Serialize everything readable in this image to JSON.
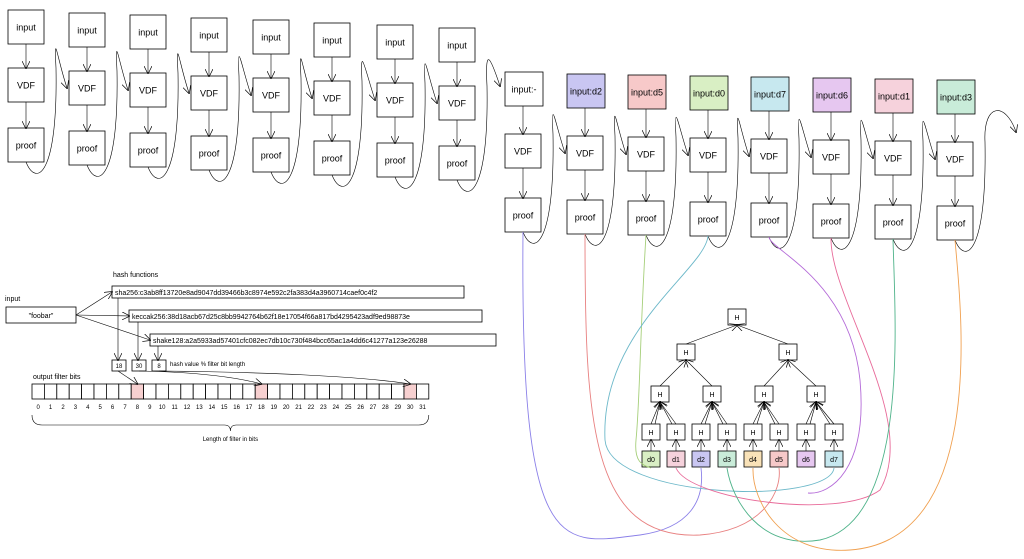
{
  "sequential_columns": [
    {
      "input": "input",
      "vdf": "VDF",
      "proof": "proof"
    },
    {
      "input": "input",
      "vdf": "VDF",
      "proof": "proof"
    },
    {
      "input": "input",
      "vdf": "VDF",
      "proof": "proof"
    },
    {
      "input": "input",
      "vdf": "VDF",
      "proof": "proof"
    },
    {
      "input": "input",
      "vdf": "VDF",
      "proof": "proof"
    },
    {
      "input": "input",
      "vdf": "VDF",
      "proof": "proof"
    },
    {
      "input": "input",
      "vdf": "VDF",
      "proof": "proof"
    },
    {
      "input": "input",
      "vdf": "VDF",
      "proof": "proof"
    }
  ],
  "data_columns": [
    {
      "input": "input:-",
      "vdf": "VDF",
      "proof": "proof",
      "color": "#ffffff"
    },
    {
      "input": "input:d2",
      "vdf": "VDF",
      "proof": "proof",
      "color": "#c9c6f2"
    },
    {
      "input": "input:d5",
      "vdf": "VDF",
      "proof": "proof",
      "color": "#f7c9c9"
    },
    {
      "input": "input:d0",
      "vdf": "VDF",
      "proof": "proof",
      "color": "#d9efc4"
    },
    {
      "input": "input:d7",
      "vdf": "VDF",
      "proof": "proof",
      "color": "#c7e8ef"
    },
    {
      "input": "input:d6",
      "vdf": "VDF",
      "proof": "proof",
      "color": "#e6c7f0"
    },
    {
      "input": "input:d1",
      "vdf": "VDF",
      "proof": "proof",
      "color": "#f6d2dc"
    },
    {
      "input": "input:d3",
      "vdf": "VDF",
      "proof": "proof",
      "color": "#c9ecd9"
    }
  ],
  "bloom": {
    "input_heading": "input",
    "input_value": "\"foobar\"",
    "hash_heading": "hash functions",
    "hashes": [
      "sha256:c3ab8ff13720e8ad9047dd39466b3c8974e592c2fa383d4a3960714caef0c4f2",
      "keccak256:38d18acb67d25c8bb9942764b62f18e17054f66a817bd4295423adf9ed98873e",
      "shake128:a2a5933ad57401cfc082ec7db10c730f484bcc65ac1a4dd6c41277a123e26288"
    ],
    "mod_values": [
      "18",
      "30",
      "8"
    ],
    "mod_label": "hash value % filter bit length",
    "filter_heading": "output filter bits",
    "bit_count": 32,
    "set_bits": [
      8,
      18,
      30
    ],
    "set_color": "#f7d0d0",
    "length_label": "Length of filter in bits"
  },
  "merkle": {
    "node_label": "H",
    "leaves": [
      {
        "label": "d0",
        "color": "#d9efc4"
      },
      {
        "label": "d1",
        "color": "#f6d2dc"
      },
      {
        "label": "d2",
        "color": "#c9c6f2"
      },
      {
        "label": "d3",
        "color": "#c9ecd9"
      },
      {
        "label": "d4",
        "color": "#f9e2b8"
      },
      {
        "label": "d5",
        "color": "#f7c9c9"
      },
      {
        "label": "d6",
        "color": "#e6c7f0"
      },
      {
        "label": "d7",
        "color": "#c7e8ef"
      }
    ]
  },
  "link_colors": {
    "c1": "#8b80e8",
    "c2": "#e88080",
    "c3": "#a6cf7a",
    "c4": "#6cb8c9",
    "c5": "#b46ad8",
    "c6": "#e86b9a",
    "c7": "#4fb38a",
    "c8": "#f0a050"
  }
}
